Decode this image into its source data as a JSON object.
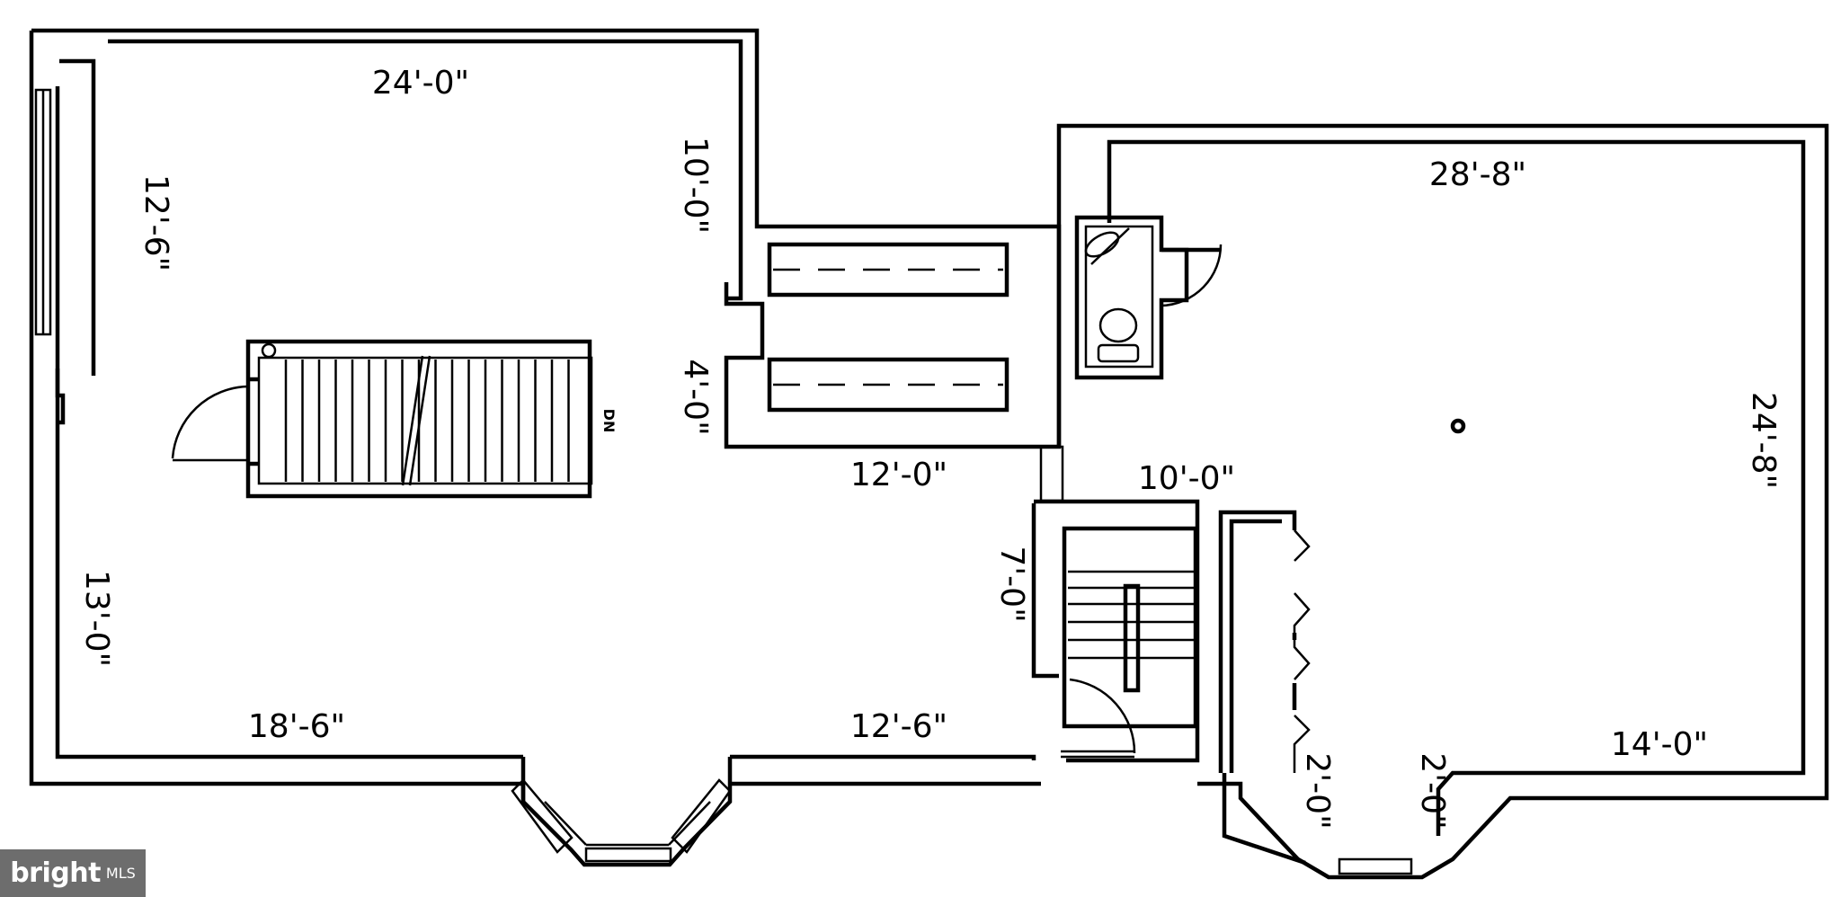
{
  "dimensions": {
    "left_top_width": "24'-0\"",
    "left_top_depth": "12'-6\"",
    "hall_depth": "10'-0\"",
    "bridge_opening": "4'-0\"",
    "hall_length": "12'-0\"",
    "left_bottom_depth": "13'-0\"",
    "left_bottom_width": "18'-6\"",
    "left_bottom_width_2": "12'-6\"",
    "stair_depth": "7'-0\"",
    "stair_width": "10'-0\"",
    "right_width": "28'-8\"",
    "right_depth": "24'-8\"",
    "right_bottom_width": "14'-0\"",
    "bay_side_1": "2'-0\"",
    "bay_side_2": "2'-0\""
  },
  "stair_label": "DN",
  "watermark": {
    "brand": "bright",
    "suffix": "MLS"
  }
}
